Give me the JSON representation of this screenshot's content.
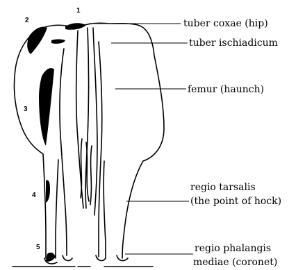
{
  "numbers": [
    "1",
    "2",
    "3",
    "4",
    "5"
  ],
  "labels": {
    "tuber_coxae": "tuber coxae (hip)",
    "tuber_ischiadicum": "tuber ischiadicum",
    "femur": "femur (haunch)",
    "regio_tarsalis_line1": "regio tarsalis",
    "regio_tarsalis_line2": "(the point of hock)",
    "regio_phalangis_line1": "regio phalangis",
    "regio_phalangis_line2": "mediae (coronet)"
  }
}
